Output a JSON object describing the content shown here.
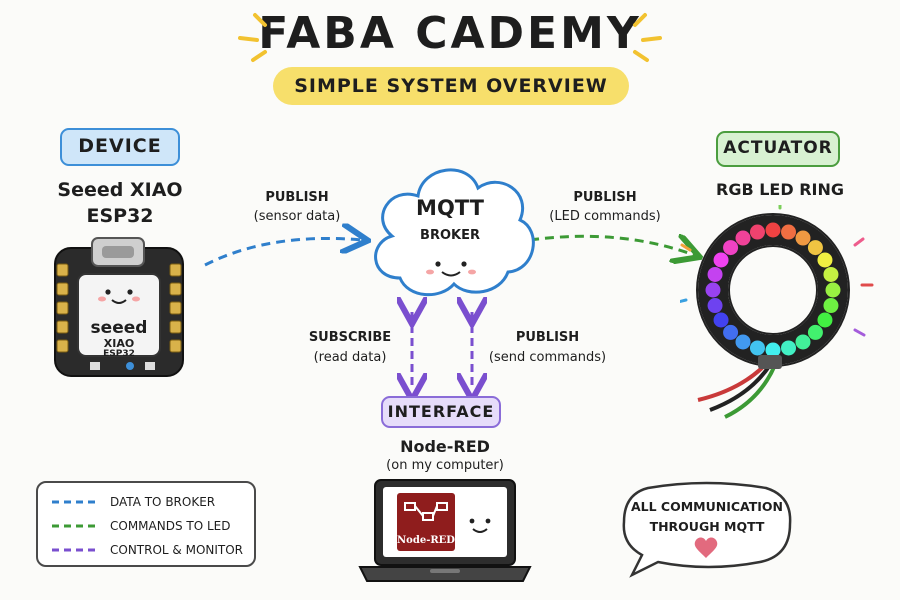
{
  "header": {
    "title": "FABA CADEMY",
    "subtitle": "SIMPLE SYSTEM OVERVIEW"
  },
  "device": {
    "tag": "DEVICE",
    "name_line1": "Seeed XIAO",
    "name_line2": "ESP32",
    "board_text_brand": "seeed",
    "board_text_model": "XIAO",
    "board_text_chip": "ESP32"
  },
  "broker": {
    "line1": "MQTT",
    "line2": "BROKER"
  },
  "actuator": {
    "tag": "ACTUATOR",
    "name": "RGB LED RING"
  },
  "arrows": {
    "device_publish_title": "PUBLISH",
    "device_publish_sub": "(sensor data)",
    "actuator_publish_title": "PUBLISH",
    "actuator_publish_sub": "(LED commands)",
    "subscribe_title": "SUBSCRIBE",
    "subscribe_sub": "(read data)",
    "interface_publish_title": "PUBLISH",
    "interface_publish_sub": "(send commands)"
  },
  "interface": {
    "tag": "INTERFACE",
    "name": "Node-RED",
    "sub": "(on my computer)",
    "logo_label": "Node-RED"
  },
  "legend": {
    "items": [
      {
        "label": "DATA TO BROKER",
        "color": "#2f7fcc"
      },
      {
        "label": "COMMANDS TO LED",
        "color": "#3c9a35"
      },
      {
        "label": "CONTROL & MONITOR",
        "color": "#7a4fcf"
      }
    ]
  },
  "note": {
    "line1": "ALL COMMUNICATION",
    "line2": "THROUGH MQTT"
  },
  "colors": {
    "yellow": "#f7df6b",
    "device_blue": "#3d8fd8",
    "actuator_green": "#4b9d3f",
    "interface_purple": "#8a6cd8",
    "node_red": "#8f1d1d",
    "heart": "#e26a7e"
  }
}
